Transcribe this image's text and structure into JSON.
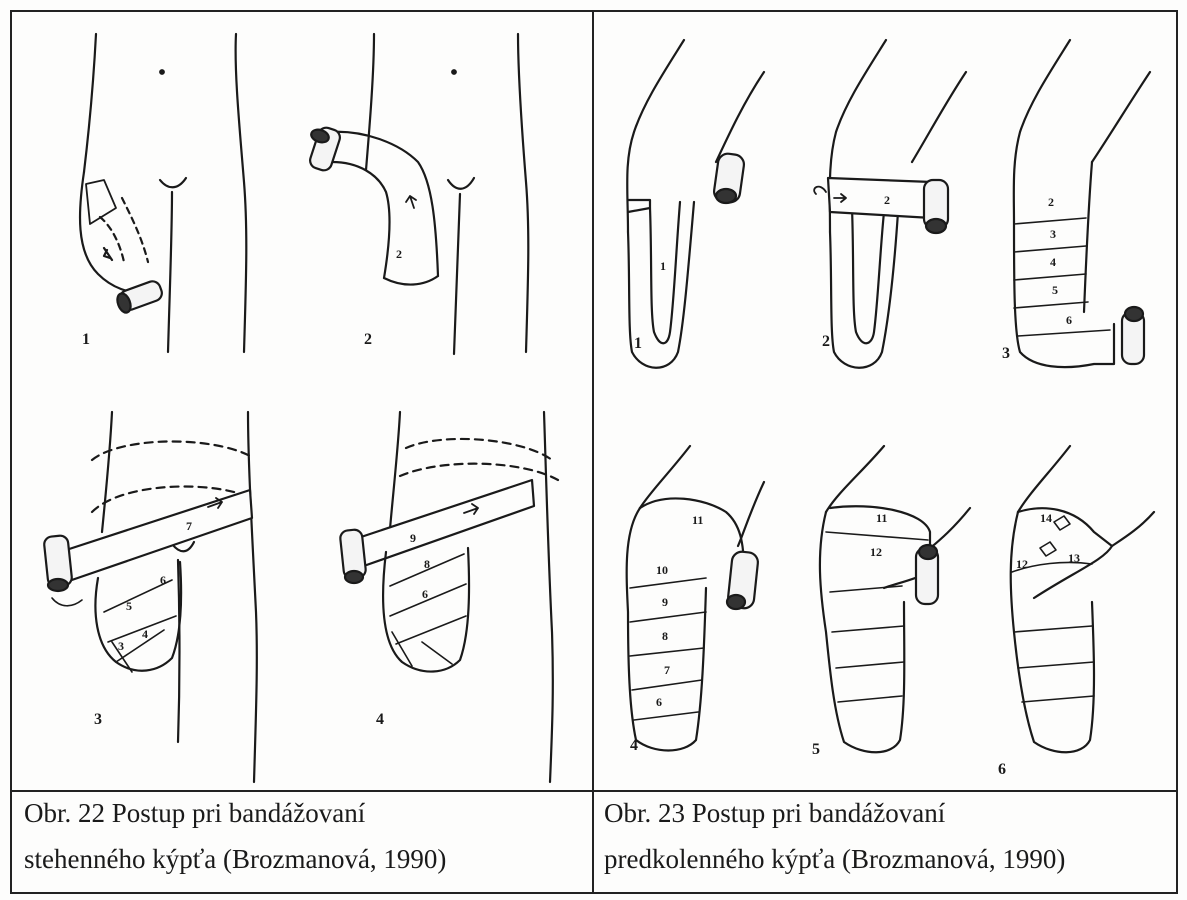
{
  "left_figure": {
    "step_numbers": [
      "1",
      "2",
      "3",
      "4"
    ],
    "layer_labels": {
      "panel2": [
        "2"
      ],
      "panel3": [
        "7",
        "6",
        "5",
        "4",
        "3"
      ],
      "panel4": [
        "9",
        "8",
        "6"
      ]
    },
    "caption_line1": "Obr. 22 Postup pri bandážovaní",
    "caption_line2": "stehenného kýpťa (Brozmanová, 1990)"
  },
  "right_figure": {
    "step_numbers": [
      "1",
      "2",
      "3",
      "4",
      "5",
      "6"
    ],
    "layer_labels": {
      "panel1": [
        "1"
      ],
      "panel2": [
        "2"
      ],
      "panel3": [
        "2",
        "3",
        "4",
        "5",
        "6"
      ],
      "panel4": [
        "11",
        "10",
        "9",
        "8",
        "7",
        "6"
      ],
      "panel5": [
        "11",
        "12"
      ],
      "panel6": [
        "14",
        "12",
        "13"
      ]
    },
    "caption_line1": "Obr. 23 Postup pri bandážovaní",
    "caption_line2": "predkolenného kýpťa (Brozmanová, 1990)"
  }
}
